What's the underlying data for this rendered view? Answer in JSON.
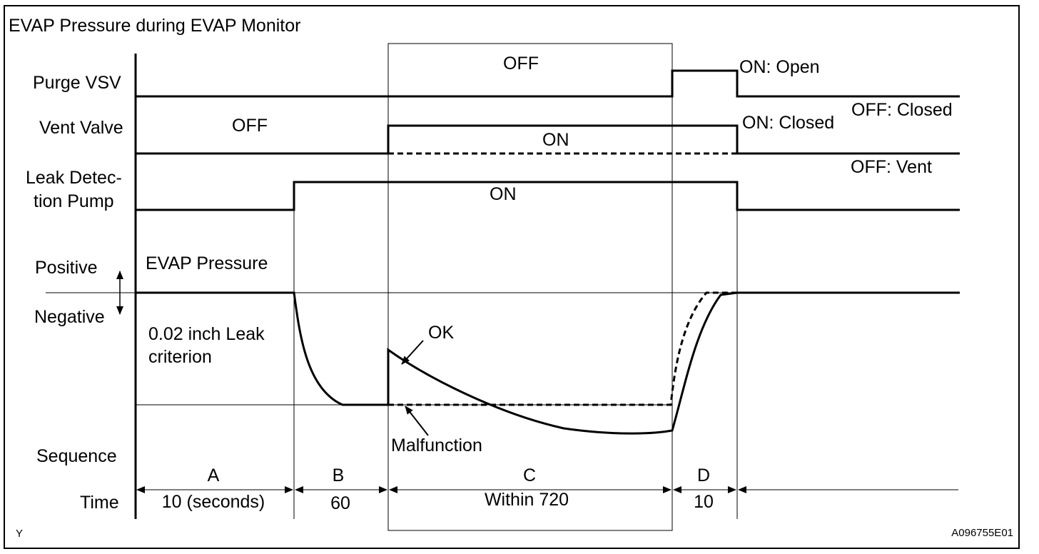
{
  "title": "EVAP Pressure during EVAP Monitor",
  "signals": {
    "purge_vsv": {
      "label": "Purge VSV",
      "state_label": "OFF",
      "on_label": "ON: Open",
      "off_label": "OFF: Closed"
    },
    "vent_valve": {
      "label": "Vent Valve",
      "off_label": "OFF",
      "on_label": "ON",
      "on_closed_label": "ON: Closed",
      "off_vent_label": "OFF: Vent"
    },
    "leak_pump": {
      "label_line1": "Leak Detec-",
      "label_line2": "tion Pump",
      "on_label": "ON"
    }
  },
  "pressure": {
    "positive_label": "Positive",
    "negative_label": "Negative",
    "title": "EVAP Pressure",
    "criterion_line1": "0.02 inch Leak",
    "criterion_line2": "criterion",
    "ok_label": "OK",
    "malfunction_label": "Malfunction"
  },
  "sequence": {
    "sequence_label": "Sequence",
    "time_label": "Time",
    "phases": [
      {
        "name": "A",
        "time": "10 (seconds)"
      },
      {
        "name": "B",
        "time": "60"
      },
      {
        "name": "C",
        "time": "Within 720"
      },
      {
        "name": "D",
        "time": "10"
      }
    ]
  },
  "footer": {
    "left_mark": "Y",
    "figure_id": "A096755E01"
  }
}
